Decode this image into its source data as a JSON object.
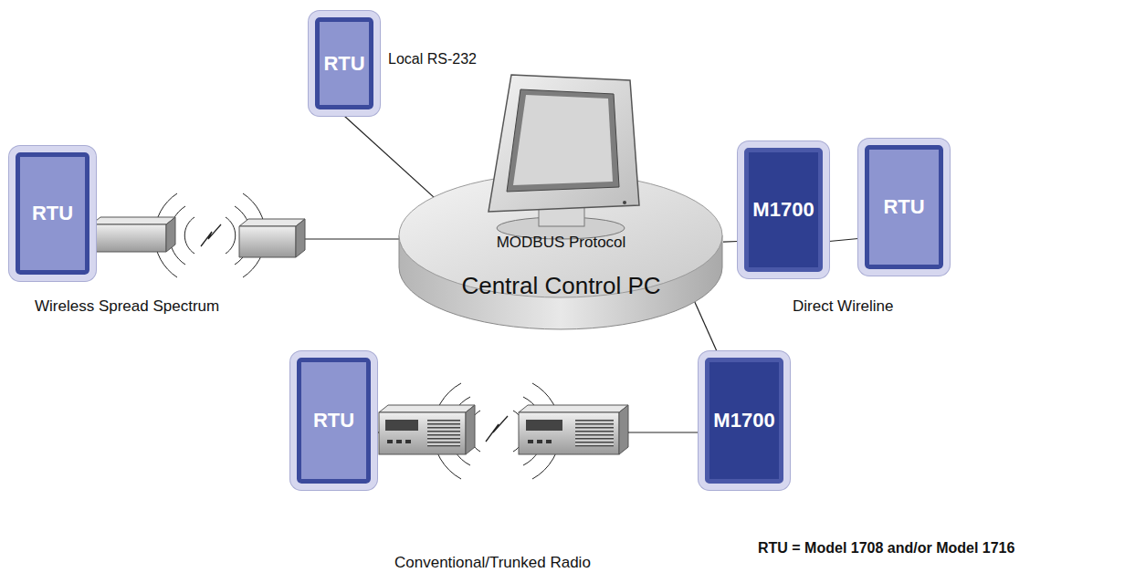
{
  "diagram": {
    "nodes": [
      {
        "text": [
          "MODBUS Protocol",
          "Central Control PC"
        ]
      },
      {
        "text": [
          "RTU"
        ]
      },
      {
        "text": [
          "RTU"
        ]
      },
      {
        "text": [
          "M1700"
        ]
      },
      {
        "text": [
          "RTU"
        ]
      },
      {
        "text": [
          "RTU"
        ]
      },
      {
        "text": [
          "M1700"
        ]
      }
    ],
    "edges": [
      {
        "from": 0,
        "to": 1,
        "arrow": "none"
      },
      {
        "from": 0,
        "to": 3,
        "arrow": "none"
      },
      {
        "from": 3,
        "to": 4,
        "arrow": "none"
      },
      {
        "from": 0,
        "to": 6,
        "arrow": "none"
      }
    ],
    "labels": [
      "Local RS-232",
      "Wireless Spread Spectrum",
      "Direct Wireline",
      "Conventional/Trunked Radio",
      "RTU = Model 1708 and/or Model 1716"
    ]
  }
}
